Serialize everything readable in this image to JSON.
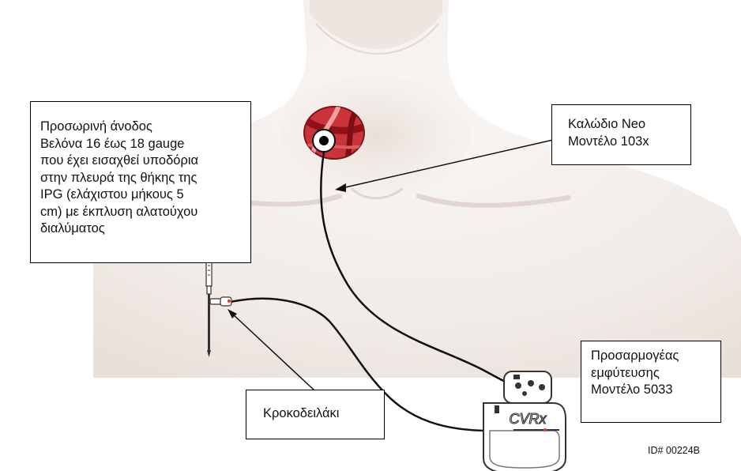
{
  "colors": {
    "skin_light": "#f6f2ef",
    "skin_shade": "#ece3dd",
    "artery_red": "#a4161f",
    "device_outline": "#333333",
    "accent_red": "#e03a2a"
  },
  "callouts": {
    "anode": {
      "lines": [
        "Προσωρινή άνοδος",
        "Βελόνα 16 έως 18 gauge",
        "που έχει εισαχθεί υποδόρια",
        "στην πλευρά της θήκης της",
        "IPG (ελάχιστου μήκους 5",
        "cm) με έκπλυση αλατούχου",
        "διαλύματος"
      ]
    },
    "lead": {
      "lines": [
        "Καλώδιο Neo",
        "Μοντέλο 103x"
      ]
    },
    "adapter": {
      "lines": [
        "Προσαρμογέας",
        "εμφύτευσης",
        "Μοντέλο 5033"
      ]
    },
    "clip": {
      "label": "Κροκοδειλάκι"
    }
  },
  "device": {
    "brand": "CVRx"
  },
  "figure_id": "ID# 00224B"
}
